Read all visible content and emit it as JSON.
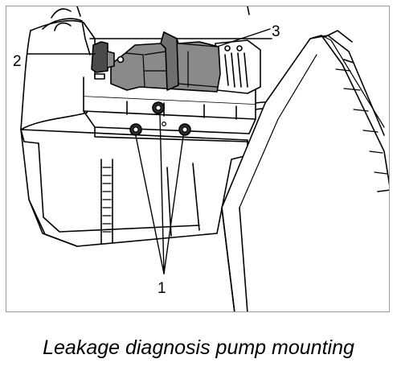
{
  "figure": {
    "callouts": {
      "c1": "1",
      "c2": "2",
      "c3": "3"
    }
  },
  "caption": "Leakage diagnosis pump mounting",
  "colors": {
    "line": "#000000",
    "pump_body": "#8a8a8a",
    "pump_shadow": "#6f6f6f",
    "frame_border": "#9a9a9a"
  }
}
